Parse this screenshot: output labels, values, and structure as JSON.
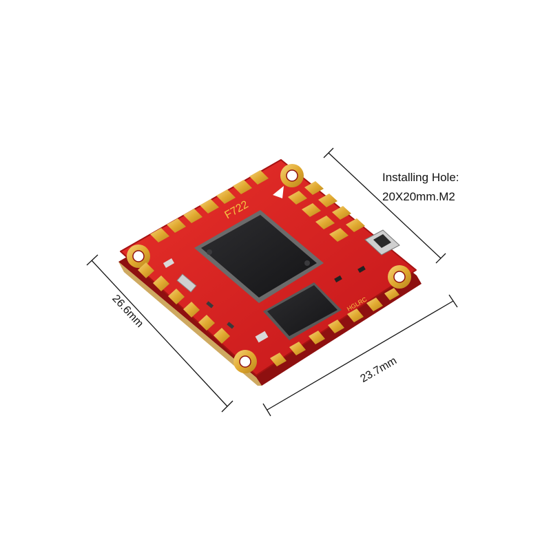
{
  "caption": {
    "line1": "Installing Hole:",
    "line2": "20X20mm.M2"
  },
  "dimensions": {
    "left": "26.6mm",
    "bottom": "23.7mm"
  },
  "board": {
    "mcu_label": "F722",
    "brand_label": "HGLRC"
  },
  "colors": {
    "pcb": "#d81e1e",
    "pcb_edge": "#8e1010",
    "gold": "#e3b23c",
    "chip": "#202022"
  }
}
